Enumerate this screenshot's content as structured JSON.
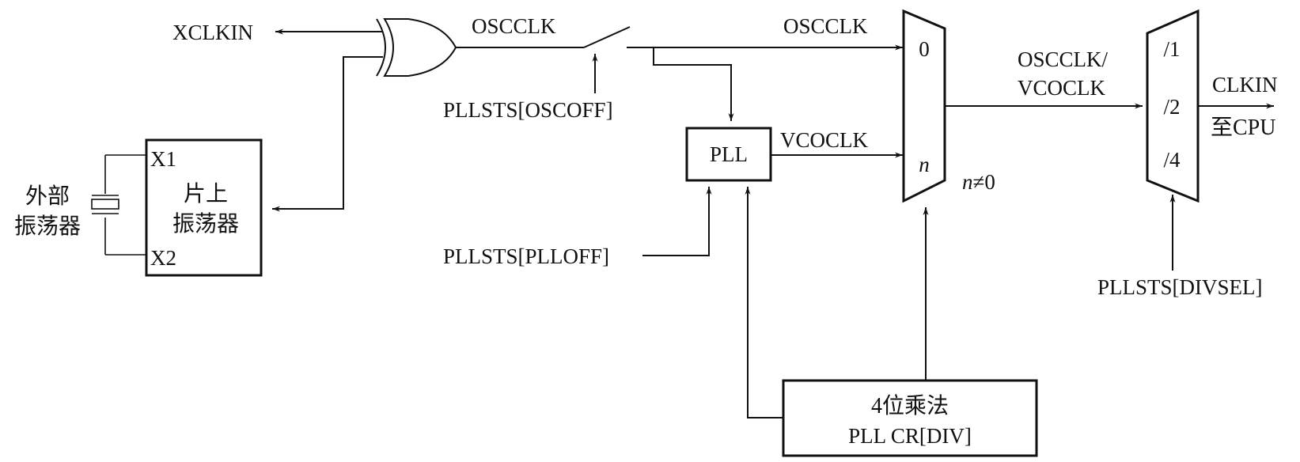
{
  "signals": {
    "xclkin": "XCLKIN",
    "osc_after_gate": "OSCCLK",
    "osc_to_mux": "OSCCLK",
    "vco": "VCOCLK",
    "mux_out_line1": "OSCCLK/",
    "mux_out_line2": "VCOCLK",
    "clkin": "CLKIN",
    "to_cpu": "至CPU"
  },
  "controls": {
    "oscoff": "PLLSTS[OSCOFF]",
    "plloff": "PLLSTS[PLLOFF]",
    "divsel": "PLLSTS[DIVSEL]"
  },
  "blocks": {
    "external_osc_line1": "外部",
    "external_osc_line2": "振荡器",
    "onchip_osc_line1": "片上",
    "onchip_osc_line2": "振荡器",
    "pin_x1": "X1",
    "pin_x2": "X2",
    "pll": "PLL",
    "mult_line1": "4位乘法",
    "mult_line2": "PLL CR[DIV]"
  },
  "mux": {
    "input0": "0",
    "input_n": "n",
    "condition_n": "n",
    "condition_rest": "≠0"
  },
  "divider": {
    "opt1": "/1",
    "opt2": "/2",
    "opt4": "/4"
  }
}
